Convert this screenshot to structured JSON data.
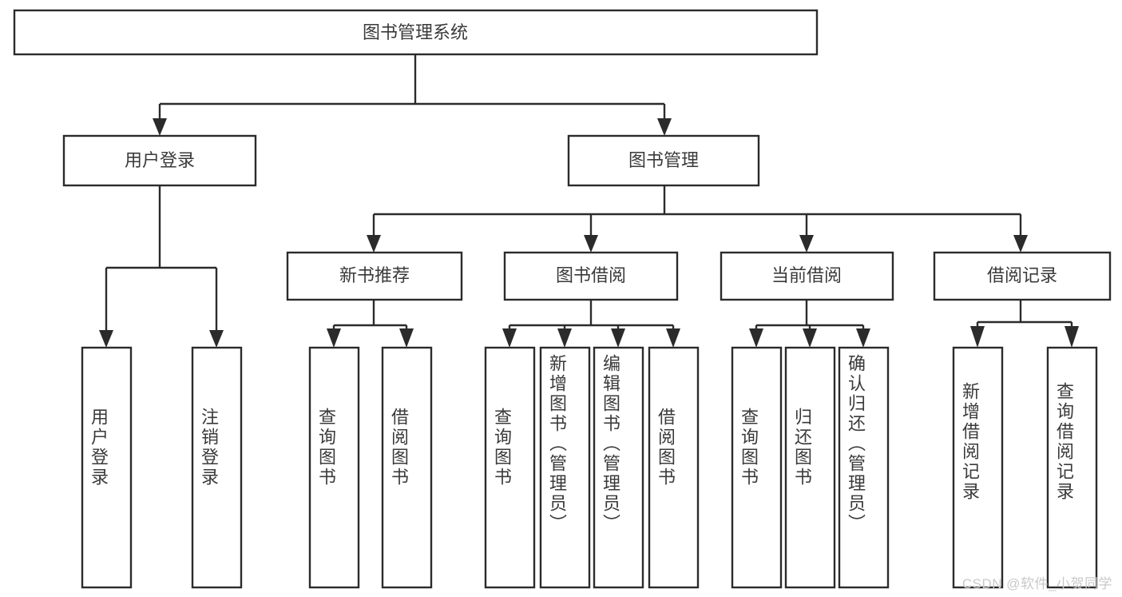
{
  "diagram": {
    "type": "tree-hierarchy-chart",
    "title": "图书管理系统",
    "stroke_color": "#2b2b2b",
    "text_color": "#3a3a3a",
    "background_color": "#ffffff",
    "root": {
      "id": "root",
      "label": "图书管理系统",
      "orientation": "horizontal"
    },
    "level2": [
      {
        "id": "user-login",
        "label": "用户登录",
        "orientation": "horizontal"
      },
      {
        "id": "book-manage",
        "label": "图书管理",
        "orientation": "horizontal"
      }
    ],
    "level3": [
      {
        "id": "new-book-recommend",
        "label": "新书推荐",
        "orientation": "horizontal"
      },
      {
        "id": "book-borrow",
        "label": "图书借阅",
        "orientation": "horizontal"
      },
      {
        "id": "current-borrow",
        "label": "当前借阅",
        "orientation": "horizontal"
      },
      {
        "id": "borrow-record",
        "label": "借阅记录",
        "orientation": "horizontal"
      }
    ],
    "leaves": [
      {
        "id": "leaf-user-login",
        "label": "用户登录",
        "parent": "user-login",
        "orientation": "vertical"
      },
      {
        "id": "leaf-logout-login",
        "label": "注销登录",
        "parent": "user-login",
        "orientation": "vertical"
      },
      {
        "id": "leaf-query-book-1",
        "label": "查询图书",
        "parent": "new-book-recommend",
        "orientation": "vertical"
      },
      {
        "id": "leaf-borrow-book-1",
        "label": "借阅图书",
        "parent": "new-book-recommend",
        "orientation": "vertical"
      },
      {
        "id": "leaf-query-book-2",
        "label": "查询图书",
        "parent": "book-borrow",
        "orientation": "vertical"
      },
      {
        "id": "leaf-add-book",
        "label": "新增图书（管理员）",
        "parent": "book-borrow",
        "orientation": "vertical"
      },
      {
        "id": "leaf-edit-book",
        "label": "编辑图书（管理员）",
        "parent": "book-borrow",
        "orientation": "vertical"
      },
      {
        "id": "leaf-borrow-book-2",
        "label": "借阅图书",
        "parent": "book-borrow",
        "orientation": "vertical"
      },
      {
        "id": "leaf-query-book-3",
        "label": "查询图书",
        "parent": "current-borrow",
        "orientation": "vertical"
      },
      {
        "id": "leaf-return-book",
        "label": "归还图书",
        "parent": "current-borrow",
        "orientation": "vertical"
      },
      {
        "id": "leaf-confirm-return",
        "label": "确认归还（管理员）",
        "parent": "current-borrow",
        "orientation": "vertical"
      },
      {
        "id": "leaf-add-record",
        "label": "新增借阅记录",
        "parent": "borrow-record",
        "orientation": "vertical"
      },
      {
        "id": "leaf-query-record",
        "label": "查询借阅记录",
        "parent": "borrow-record",
        "orientation": "vertical"
      }
    ],
    "watermark": "CSDN @软件_小贺同学"
  }
}
